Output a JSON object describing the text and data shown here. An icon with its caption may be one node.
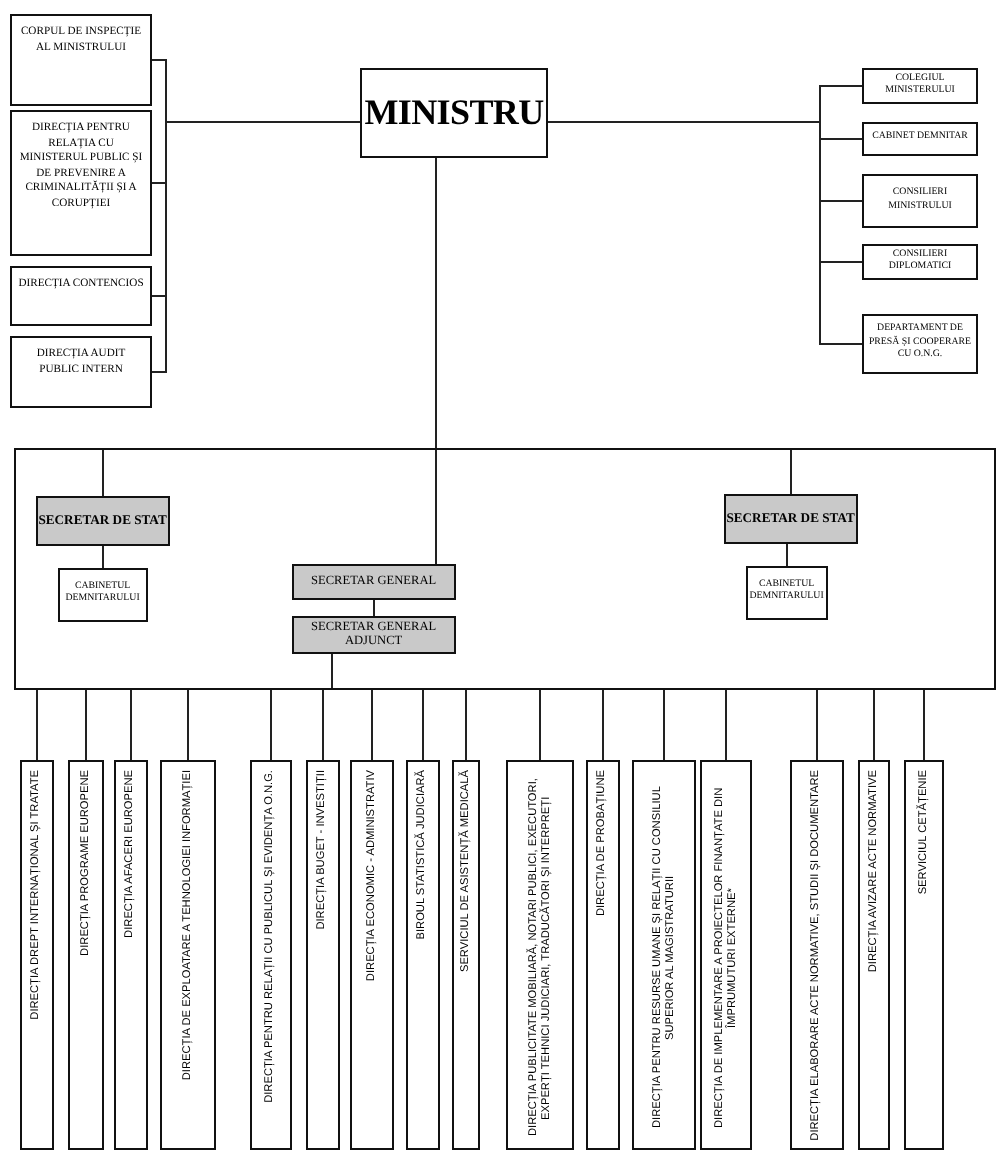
{
  "diagram": {
    "nodes": [
      {
        "text": [
          "MINISTRU"
        ]
      },
      {
        "text": [
          "CORPUL DE INSPECȚIE AL MINISTRULUI"
        ]
      },
      {
        "text": [
          "DIRECȚIA PENTRU RELAȚIA CU MINISTERUL PUBLIC ȘI DE PREVENIRE A CRIMINALITĂȚII ȘI A CORUPȚIEI"
        ]
      },
      {
        "text": [
          "DIRECȚIA CONTENCIOS"
        ]
      },
      {
        "text": [
          "DIRECȚIA AUDIT PUBLIC INTERN"
        ]
      },
      {
        "text": [
          "COLEGIUL MINISTERULUI"
        ]
      },
      {
        "text": [
          "CABINET DEMNITAR"
        ]
      },
      {
        "text": [
          "CONSILIERI MINISTRULUI"
        ]
      },
      {
        "text": [
          "CONSILIERI DIPLOMATICI"
        ]
      },
      {
        "text": [
          "DEPARTAMENT DE PRESĂ ȘI COOPERARE CU O.N.G."
        ]
      },
      {
        "text": [],
        "shape": "box"
      },
      {
        "text": [
          "SECRETAR DE STAT"
        ],
        "in": 10
      },
      {
        "text": [
          "CABINETUL DEMNITARULUI"
        ],
        "in": 10
      },
      {
        "text": [
          "SECRETAR GENERAL"
        ],
        "in": 10
      },
      {
        "text": [
          "SECRETAR GENERAL ADJUNCT"
        ],
        "in": 10
      },
      {
        "text": [
          "SECRETAR DE STAT"
        ],
        "in": 10
      },
      {
        "text": [
          "CABINETUL DEMNITARULUI"
        ],
        "in": 10
      },
      {
        "text": [
          "DIRECȚIA DREPT INTERNAȚIONAL ȘI TRATATE"
        ]
      },
      {
        "text": [
          "DIRECȚIA PROGRAME EUROPENE"
        ]
      },
      {
        "text": [
          "DIRECȚIA AFACERI EUROPENE"
        ]
      },
      {
        "text": [
          "DIRECȚIA DE EXPLOATARE A TEHNOLOGIEI INFORMAȚIEI"
        ]
      },
      {
        "text": [
          "DIRECȚIA PENTRU RELAȚII CU PUBLICUL ȘI EVIDENȚA O.N.G."
        ]
      },
      {
        "text": [
          "DIRECȚIA BUGET - INVESTIȚII"
        ]
      },
      {
        "text": [
          "DIRECȚIA ECONOMIC - ADMINISTRATIV"
        ]
      },
      {
        "text": [
          "BIROUL STATISTICĂ JUDICIARĂ"
        ]
      },
      {
        "text": [
          "SERVICIUL DE ASISTENȚĂ MEDICALĂ"
        ]
      },
      {
        "text": [
          "DIRECȚIA PUBLICITATE MOBILIARĂ, NOTARI PUBLICI, EXECUTORI, EXPERȚI TEHNICI JUDICIARI, TRADUCĂTORI ȘI INTERPREȚI"
        ]
      },
      {
        "text": [
          "DIRECȚIA DE PROBAȚIUNE"
        ]
      },
      {
        "text": [
          "DIRECȚIA PENTRU RESURSE UMANE ȘI RELAȚII CU CONSILIUL SUPERIOR AL MAGISTRATURII"
        ]
      },
      {
        "text": [
          "DIRECȚIA DE IMPLEMENTARE A PROIECTELOR FINANȚATE DIN ÎMPRUMUTURI EXTERNE*"
        ]
      },
      {
        "text": [
          "DIRECȚIA ELABORARE ACTE NORMATIVE, STUDII ȘI DOCUMENTARE"
        ]
      },
      {
        "text": [
          "DIRECȚIA AVIZARE ACTE NORMATIVE"
        ]
      },
      {
        "text": [
          "SERVICIUL CETĂȚENIE"
        ]
      }
    ],
    "edges": [
      {
        "from": 0,
        "to": 1,
        "arrow": "none"
      },
      {
        "from": 0,
        "to": 2,
        "arrow": "none"
      },
      {
        "from": 0,
        "to": 3,
        "arrow": "none"
      },
      {
        "from": 0,
        "to": 4,
        "arrow": "none"
      },
      {
        "from": 0,
        "to": 5,
        "arrow": "none"
      },
      {
        "from": 0,
        "to": 6,
        "arrow": "none"
      },
      {
        "from": 0,
        "to": 7,
        "arrow": "none"
      },
      {
        "from": 0,
        "to": 8,
        "arrow": "none"
      },
      {
        "from": 0,
        "to": 9,
        "arrow": "none"
      },
      {
        "from": 0,
        "to": 13,
        "arrow": "none"
      },
      {
        "from": 13,
        "to": 14,
        "arrow": "none"
      },
      {
        "from": 14,
        "to": 10,
        "arrow": "none"
      },
      {
        "from": 10,
        "to": 11,
        "arrow": "none"
      },
      {
        "from": 11,
        "to": 12,
        "arrow": "none"
      },
      {
        "from": 10,
        "to": 15,
        "arrow": "none"
      },
      {
        "from": 15,
        "to": 16,
        "arrow": "none"
      },
      {
        "from": 10,
        "to": 17,
        "arrow": "none"
      },
      {
        "from": 10,
        "to": 18,
        "arrow": "none"
      },
      {
        "from": 10,
        "to": 19,
        "arrow": "none"
      },
      {
        "from": 10,
        "to": 20,
        "arrow": "none"
      },
      {
        "from": 10,
        "to": 21,
        "arrow": "none"
      },
      {
        "from": 10,
        "to": 22,
        "arrow": "none"
      },
      {
        "from": 10,
        "to": 23,
        "arrow": "none"
      },
      {
        "from": 10,
        "to": 24,
        "arrow": "none"
      },
      {
        "from": 10,
        "to": 25,
        "arrow": "none"
      },
      {
        "from": 10,
        "to": 26,
        "arrow": "none"
      },
      {
        "from": 10,
        "to": 27,
        "arrow": "none"
      },
      {
        "from": 10,
        "to": 28,
        "arrow": "none"
      },
      {
        "from": 10,
        "to": 29,
        "arrow": "none"
      },
      {
        "from": 10,
        "to": 30,
        "arrow": "none"
      },
      {
        "from": 10,
        "to": 31,
        "arrow": "none"
      },
      {
        "from": 10,
        "to": 32,
        "arrow": "none"
      }
    ]
  }
}
